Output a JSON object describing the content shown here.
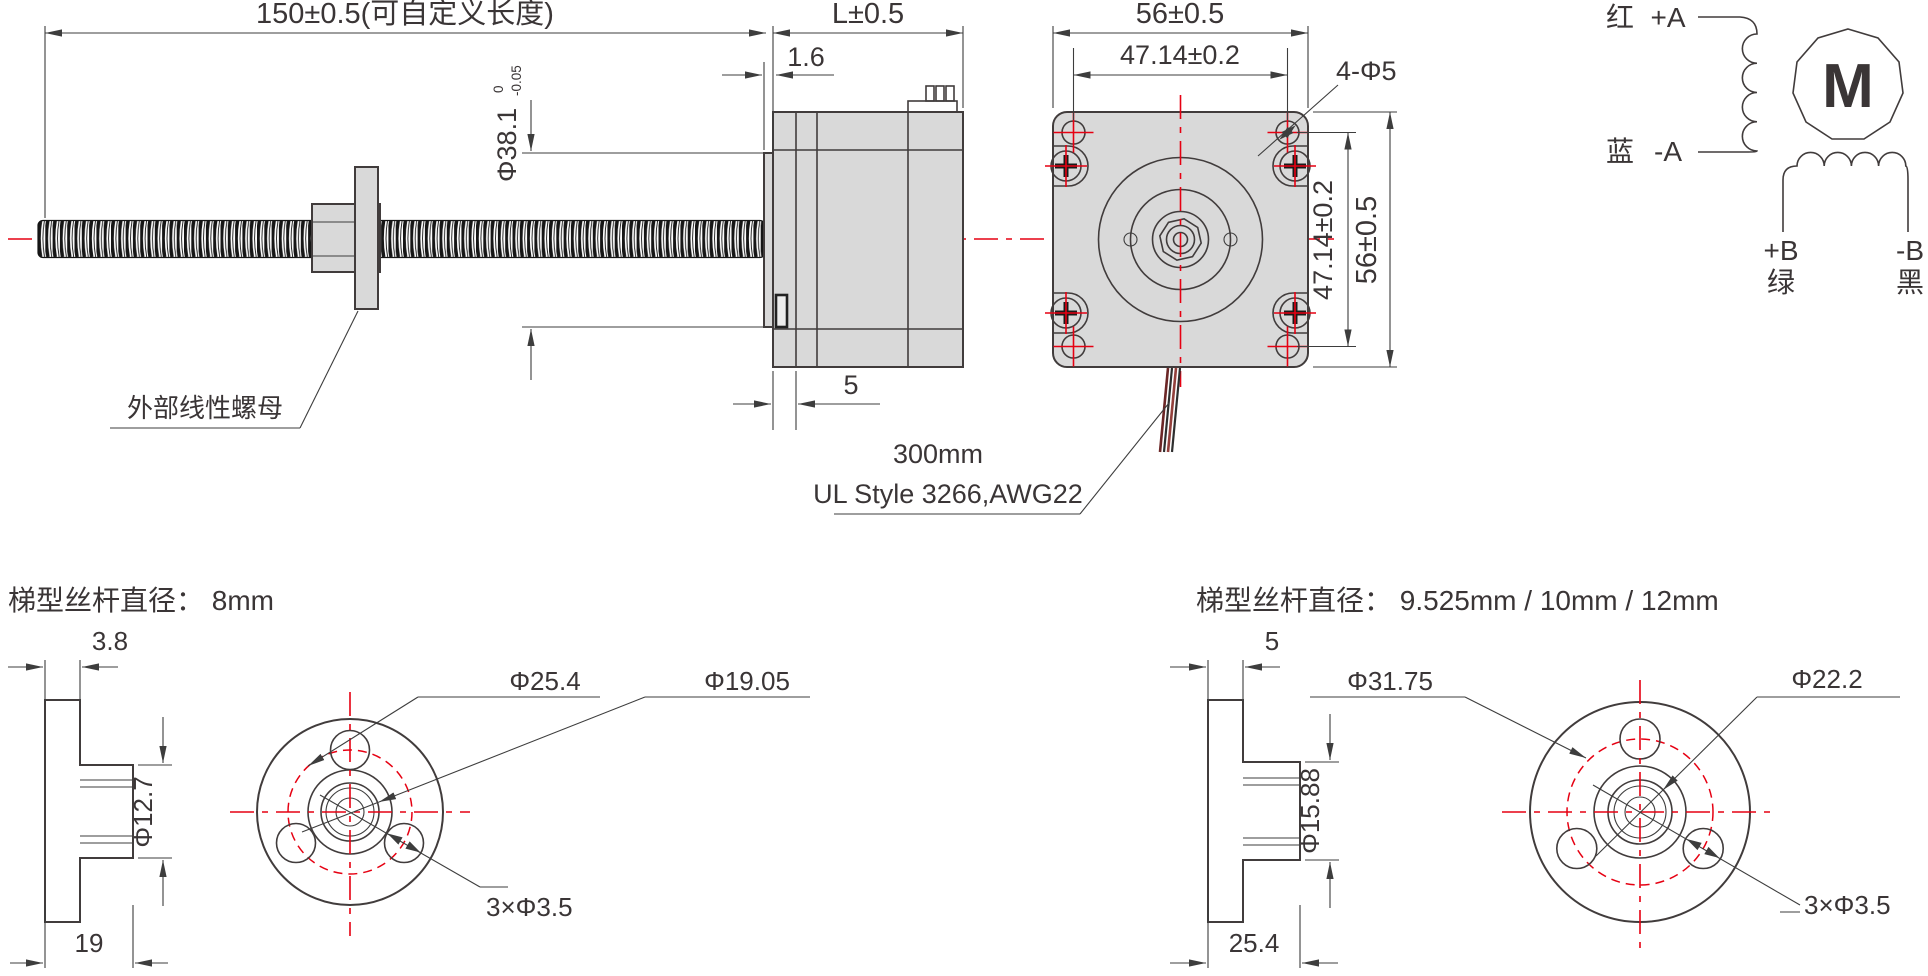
{
  "dims": {
    "screw_length": "150±0.5(可自定义长度)",
    "shaft_dia": "Φ38.1",
    "shaft_tol_hi": "0",
    "shaft_tol_lo": "-0.05",
    "motor_length": "L±0.5",
    "boss_step": "1.6",
    "pilot_depth": "5",
    "face_width": "56±0.5",
    "hole_pitch_h": "47.14±0.2",
    "hole_pitch_v": "47.14±0.2",
    "face_height": "56±0.5",
    "corner_holes": "4-Φ5"
  },
  "labels": {
    "external_nut": "外部线性螺母",
    "cable_length": "300mm",
    "cable_spec": "UL Style 3266,AWG22"
  },
  "wiring": {
    "red": "红",
    "plus_a": "+A",
    "blue": "蓝",
    "minus_a": "-A",
    "motor": "M",
    "plus_b": "+B",
    "green": "绿",
    "minus_b": "-B",
    "black": "黑"
  },
  "nut8": {
    "title": "梯型丝杆直径： 8mm",
    "flange_thickness": "3.8",
    "bolt_circle_dia": "Φ25.4",
    "pilot_dia": "Φ19.05",
    "hub_dia": "Φ12.7",
    "total_length": "19",
    "mount_holes": "3×Φ3.5"
  },
  "nut12": {
    "title": "梯型丝杆直径： 9.525mm / 10mm / 12mm",
    "flange_thickness": "5",
    "bolt_circle_dia": "Φ31.75",
    "pilot_dia": "Φ22.2",
    "hub_dia": "Φ15.88",
    "total_length": "25.4",
    "mount_holes": "3×Φ3.5"
  },
  "colors": {
    "line": "#3d3d3d",
    "centerline": "#e60012",
    "body_fill": "#d9d9d9"
  }
}
